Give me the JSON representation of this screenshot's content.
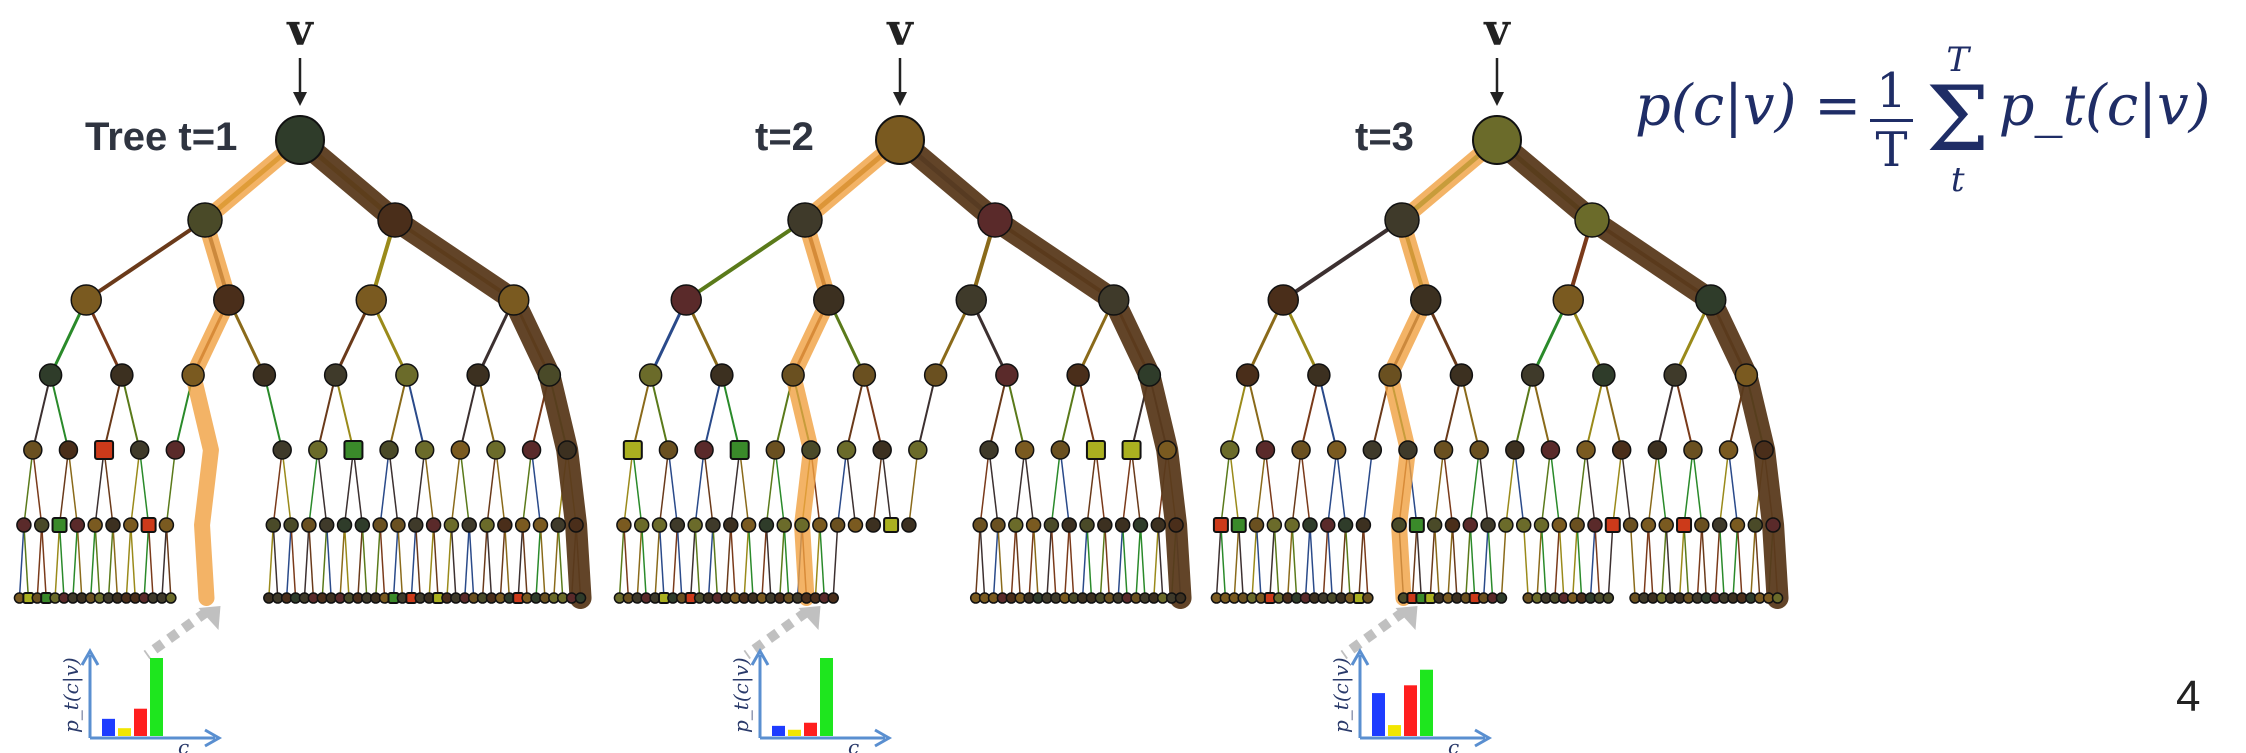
{
  "input_symbol": "v",
  "trees": [
    {
      "label": "Tree t=1",
      "histogram": {
        "values": [
          0.22,
          0.1,
          0.35,
          1.0
        ],
        "colors": [
          "#1e3cff",
          "#f2e600",
          "#ff1e1e",
          "#1ee61e"
        ]
      }
    },
    {
      "label": "t=2",
      "histogram": {
        "values": [
          0.13,
          0.08,
          0.17,
          1.0
        ],
        "colors": [
          "#1e3cff",
          "#f2e600",
          "#ff1e1e",
          "#1ee61e"
        ]
      }
    },
    {
      "label": "t=3",
      "histogram": {
        "values": [
          0.55,
          0.14,
          0.65,
          0.85
        ],
        "colors": [
          "#1e3cff",
          "#f2e600",
          "#ff1e1e",
          "#1ee61e"
        ]
      }
    }
  ],
  "histogram_axis": {
    "ylabel": "p_t(c|v)",
    "xlabel": "c"
  },
  "formula": {
    "lhs": "p(c|v) =",
    "numerator": "1",
    "denominator": "T",
    "sum_upper": "T",
    "sum_lower": "t",
    "rhs": "p_t(c|v)"
  },
  "page_number": "4",
  "colors": {
    "text": "#2f3440",
    "formula": "#1f2d66",
    "path": "#f0a040",
    "trunk": "#5a3a1c",
    "axis": "#5a8fd0"
  }
}
